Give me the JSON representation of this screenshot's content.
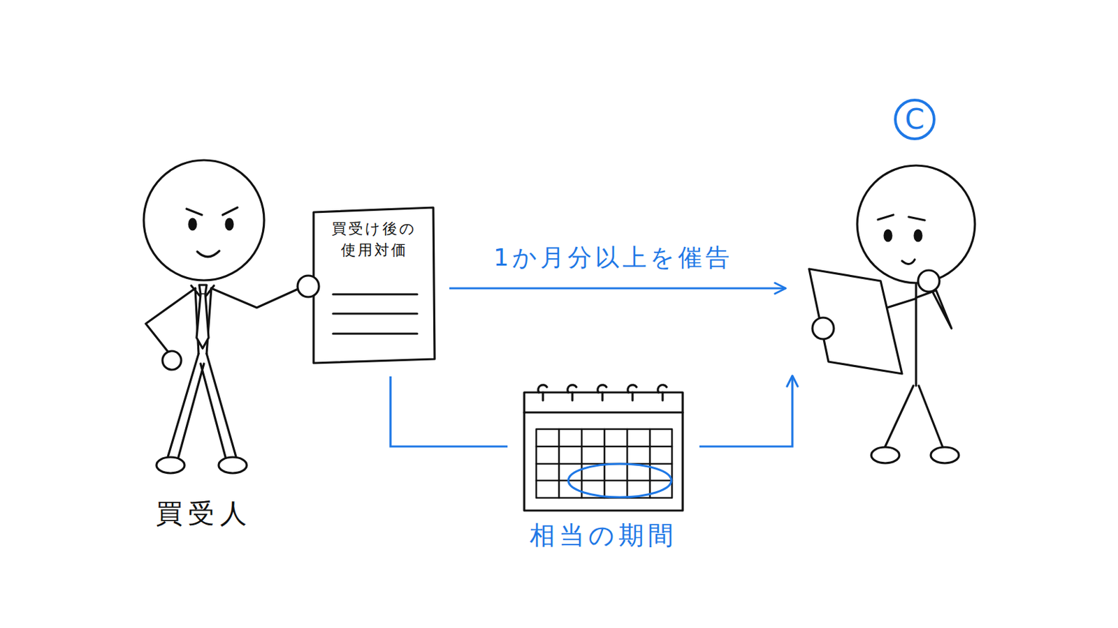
{
  "diagram": {
    "nodes": [
      {
        "text": [
          "買受人"
        ]
      },
      {
        "text": [
          "買受け後の 使用対価"
        ]
      },
      {
        "text": [
          "C"
        ]
      },
      {
        "text": [
          "相当の期間"
        ]
      }
    ],
    "edges": [
      {
        "from": 1,
        "to": 2,
        "arrow": "to",
        "label": "1か月分以上を催告"
      },
      {
        "from": 1,
        "to": 3,
        "arrow": "none"
      },
      {
        "from": 3,
        "to": 2,
        "arrow": "to"
      }
    ]
  }
}
